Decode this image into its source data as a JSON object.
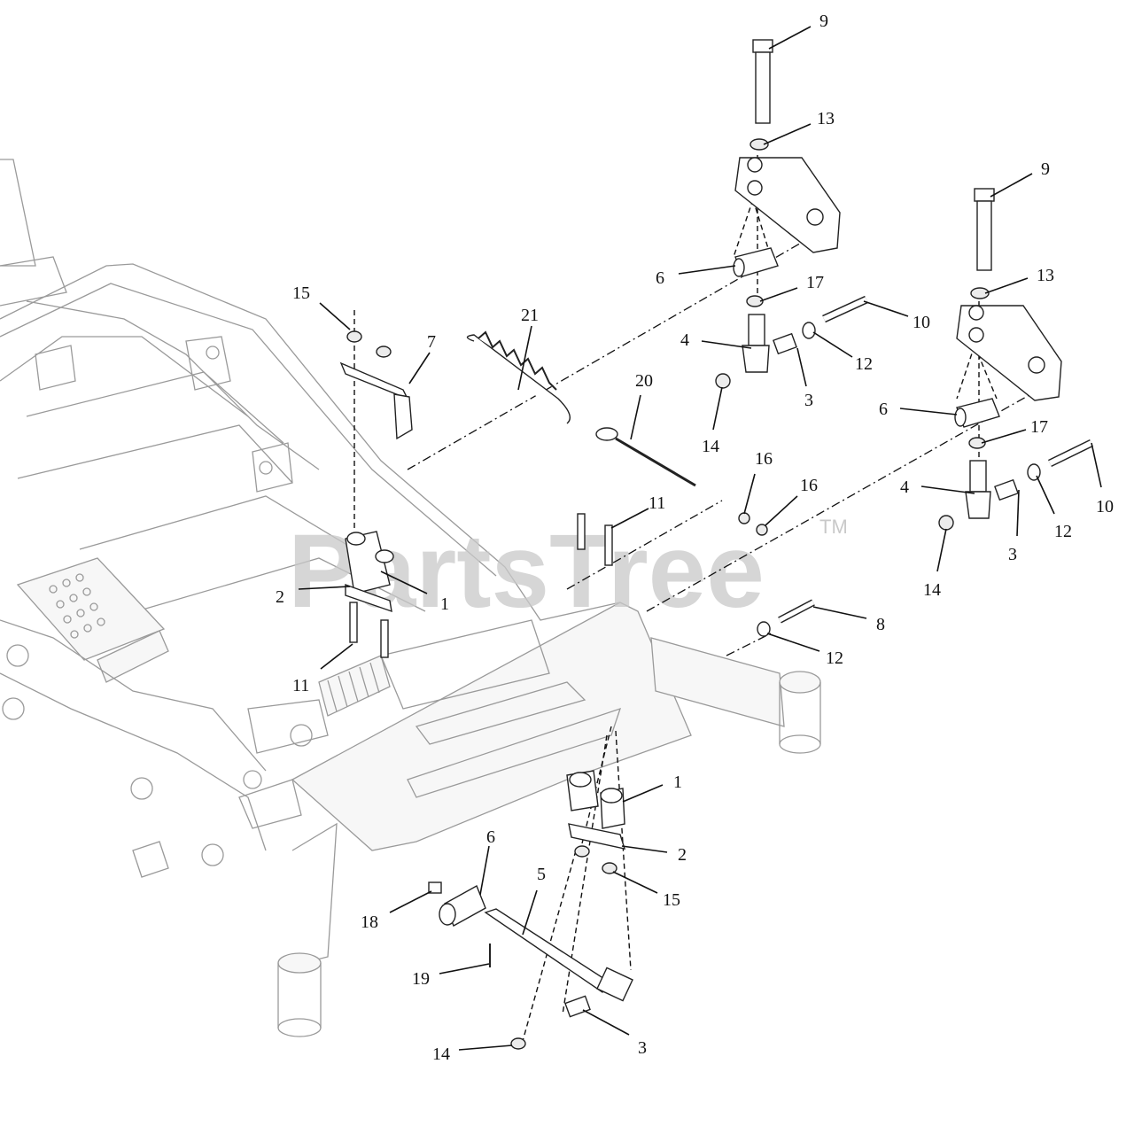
{
  "watermark": {
    "text": "PartsTree",
    "trademark": "TM"
  },
  "callouts": [
    {
      "id": "c-9a",
      "label": "9"
    },
    {
      "id": "c-13a",
      "label": "13"
    },
    {
      "id": "c-9b",
      "label": "9"
    },
    {
      "id": "c-6a",
      "label": "6"
    },
    {
      "id": "c-17a",
      "label": "17"
    },
    {
      "id": "c-10a",
      "label": "10"
    },
    {
      "id": "c-13b",
      "label": "13"
    },
    {
      "id": "c-4a",
      "label": "4"
    },
    {
      "id": "c-12a",
      "label": "12"
    },
    {
      "id": "c-3a",
      "label": "3"
    },
    {
      "id": "c-14a",
      "label": "14"
    },
    {
      "id": "c-15a",
      "label": "15"
    },
    {
      "id": "c-7",
      "label": "7"
    },
    {
      "id": "c-21",
      "label": "21"
    },
    {
      "id": "c-20",
      "label": "20"
    },
    {
      "id": "c-6b",
      "label": "6"
    },
    {
      "id": "c-17b",
      "label": "17"
    },
    {
      "id": "c-4b",
      "label": "4"
    },
    {
      "id": "c-16a",
      "label": "16"
    },
    {
      "id": "c-16b",
      "label": "16"
    },
    {
      "id": "c-11a",
      "label": "11"
    },
    {
      "id": "c-10b",
      "label": "10"
    },
    {
      "id": "c-12b",
      "label": "12"
    },
    {
      "id": "c-3b",
      "label": "3"
    },
    {
      "id": "c-14b",
      "label": "14"
    },
    {
      "id": "c-1a",
      "label": "1"
    },
    {
      "id": "c-2a",
      "label": "2"
    },
    {
      "id": "c-11b",
      "label": "11"
    },
    {
      "id": "c-8",
      "label": "8"
    },
    {
      "id": "c-12c",
      "label": "12"
    },
    {
      "id": "c-1b",
      "label": "1"
    },
    {
      "id": "c-6c",
      "label": "6"
    },
    {
      "id": "c-2b",
      "label": "2"
    },
    {
      "id": "c-5",
      "label": "5"
    },
    {
      "id": "c-15b",
      "label": "15"
    },
    {
      "id": "c-18",
      "label": "18"
    },
    {
      "id": "c-19",
      "label": "19"
    },
    {
      "id": "c-14c",
      "label": "14"
    },
    {
      "id": "c-3c",
      "label": "3"
    }
  ]
}
